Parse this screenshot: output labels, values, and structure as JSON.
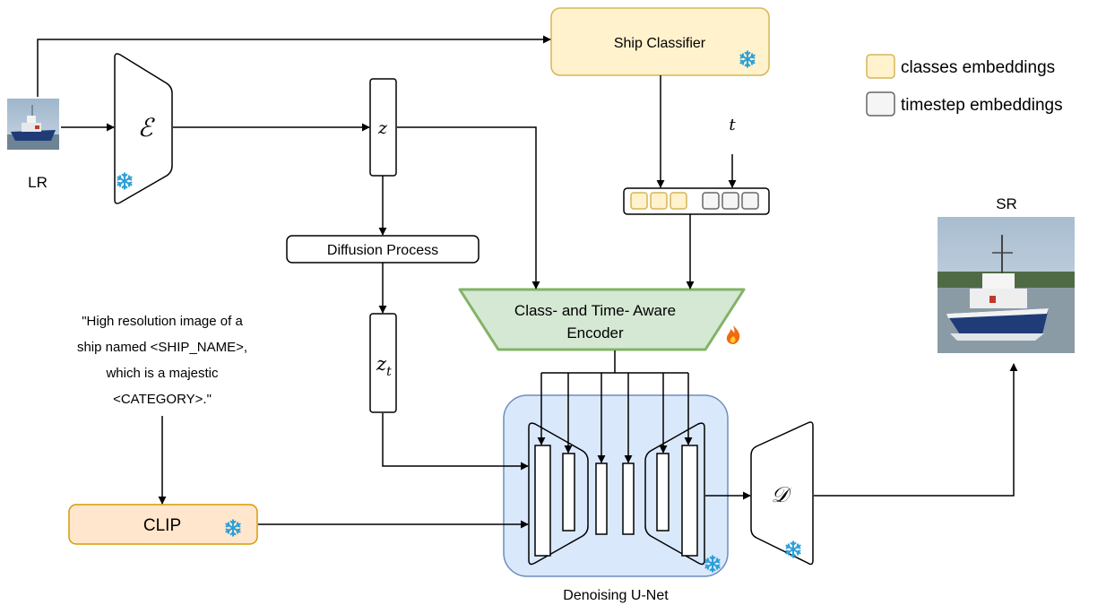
{
  "input": {
    "label": "LR"
  },
  "output": {
    "label": "SR"
  },
  "encoder": {
    "symbol": "ℰ"
  },
  "decoder": {
    "symbol": "𝒟"
  },
  "latent": {
    "z": "z",
    "zt_base": "z",
    "zt_sub": "t"
  },
  "timestep": {
    "symbol": "t"
  },
  "ship_classifier": {
    "label": "Ship Classifier"
  },
  "diffusion_process": {
    "label": "Diffusion Process"
  },
  "ct_encoder": {
    "line1": "Class- and Time- Aware",
    "line2": "Encoder"
  },
  "prompt": {
    "line1": "\"High resolution  image of a",
    "line2": "ship named <SHIP_NAME>,",
    "line3": "which is a majestic",
    "line4": "<CATEGORY>.\""
  },
  "clip": {
    "label": "CLIP"
  },
  "unet": {
    "label": "Denoising U-Net"
  },
  "legend": {
    "items": [
      {
        "label": "classes embeddings",
        "color": "#fff2cc",
        "border": "#d6b656"
      },
      {
        "label": "timestep embeddings",
        "color": "#f5f5f5",
        "border": "#666666"
      }
    ]
  },
  "colors": {
    "classifier_fill": "#fff2cc",
    "classifier_border": "#d6b656",
    "ct_fill": "#d5e8d4",
    "ct_border": "#82b366",
    "clip_fill": "#ffe6cc",
    "clip_border": "#d79b00",
    "unet_fill": "#dae8fc",
    "unet_border": "#6c8ebf",
    "frozen_icon": "#2b9fd8",
    "trainable_icon": "#f06a10"
  }
}
